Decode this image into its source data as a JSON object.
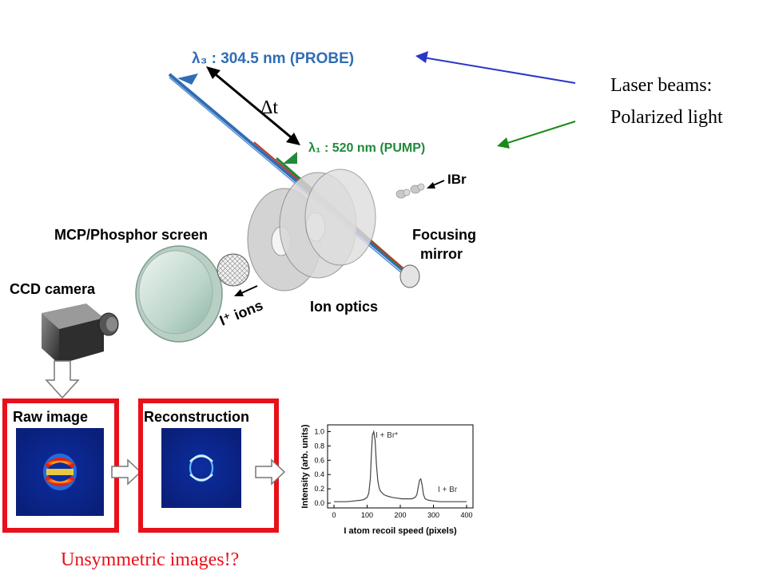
{
  "beams": {
    "probe_label": "λ₃ : 304.5 nm (PROBE)",
    "pump_label": "λ₁ : 520 nm (PUMP)",
    "delay_label": "Δt",
    "colors": {
      "probe": "#2f6db5",
      "pump": "#1f8a3a",
      "red": "#c0392b"
    }
  },
  "annotation": {
    "line1": "Laser beams:",
    "line2": "Polarized light",
    "arrow_probe_color": "#2b36c7",
    "arrow_pump_color": "#1a8a1a"
  },
  "apparatus": {
    "ibr_label": "IBr",
    "focusing_label_1": "Focusing",
    "focusing_label_2": "mirror",
    "mcp_label": "MCP/Phosphor screen",
    "ccd_label": "CCD camera",
    "ion_optics_label": "Ion optics",
    "ions_label": "I⁺ ions"
  },
  "panels": {
    "raw_label": "Raw image",
    "recon_label": "Reconstruction",
    "highlight_color": "#e8101a"
  },
  "footer": {
    "note": "Unsymmetric  images!?",
    "color": "#e8101a"
  },
  "chart_data": {
    "type": "line",
    "xlabel": "I atom recoil speed (pixels)",
    "ylabel": "Intensity (arb. units)",
    "xlim": [
      0,
      400
    ],
    "ylim": [
      0,
      1.05
    ],
    "x_ticks": [
      0,
      100,
      200,
      300,
      400
    ],
    "y_ticks": [
      0.0,
      0.2,
      0.4,
      0.6,
      0.8,
      1.0
    ],
    "y_tick_labels": [
      "0.0",
      "0.2",
      "0.4",
      "0.6",
      "0.8",
      "1.0"
    ],
    "annotations": [
      "I + Br*",
      "I + Br"
    ],
    "series": [
      {
        "x": [
          0,
          20,
          40,
          60,
          80,
          90,
          100,
          105,
          110,
          113,
          116,
          120,
          124,
          128,
          132,
          136,
          140,
          150,
          160,
          175,
          190,
          205,
          220,
          235,
          245,
          250,
          254,
          258,
          262,
          266,
          270,
          275,
          285,
          300,
          320,
          340,
          360,
          380,
          400
        ],
        "values": [
          0.02,
          0.02,
          0.02,
          0.03,
          0.04,
          0.05,
          0.08,
          0.14,
          0.35,
          0.7,
          0.95,
          1.0,
          0.88,
          0.55,
          0.32,
          0.22,
          0.17,
          0.12,
          0.1,
          0.08,
          0.07,
          0.06,
          0.06,
          0.06,
          0.08,
          0.12,
          0.22,
          0.32,
          0.34,
          0.25,
          0.12,
          0.06,
          0.04,
          0.03,
          0.02,
          0.02,
          0.02,
          0.02,
          0.02
        ]
      }
    ]
  }
}
